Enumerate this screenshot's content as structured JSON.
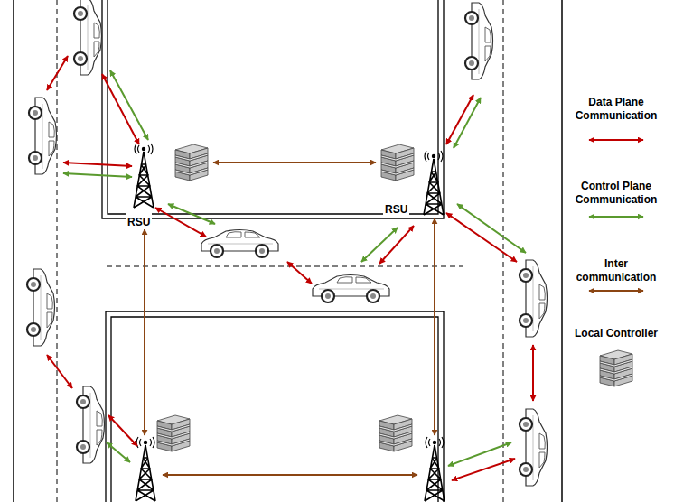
{
  "diagram": {
    "nodes": [
      {
        "text": [
          "RSU"
        ]
      },
      {
        "text": [
          "RSU"
        ]
      }
    ],
    "legend": [
      {
        "text": "Data Plane Communication"
      },
      {
        "text": "Control Plane Communication"
      },
      {
        "text": "Inter communication"
      },
      {
        "text": "Local Controller"
      }
    ]
  }
}
